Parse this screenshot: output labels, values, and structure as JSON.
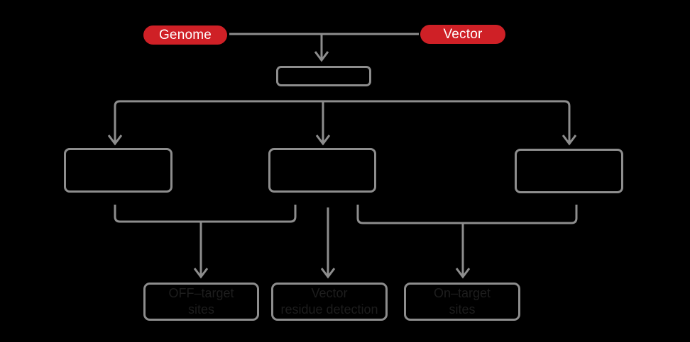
{
  "diagram": {
    "inputs": {
      "genome_label": "Genome",
      "vector_label": "Vector"
    },
    "outputs": {
      "off_target": "OFF–target\nsites",
      "vector_residue": "Vector\nresidue detection",
      "on_target": "On–target\nsites"
    }
  },
  "colors": {
    "background": "#000000",
    "connector_gray": "#8d8d8d",
    "node_red": "#cf2026",
    "pill_text_white": "#ffffff",
    "output_text_dark": "#1d1d1d"
  }
}
